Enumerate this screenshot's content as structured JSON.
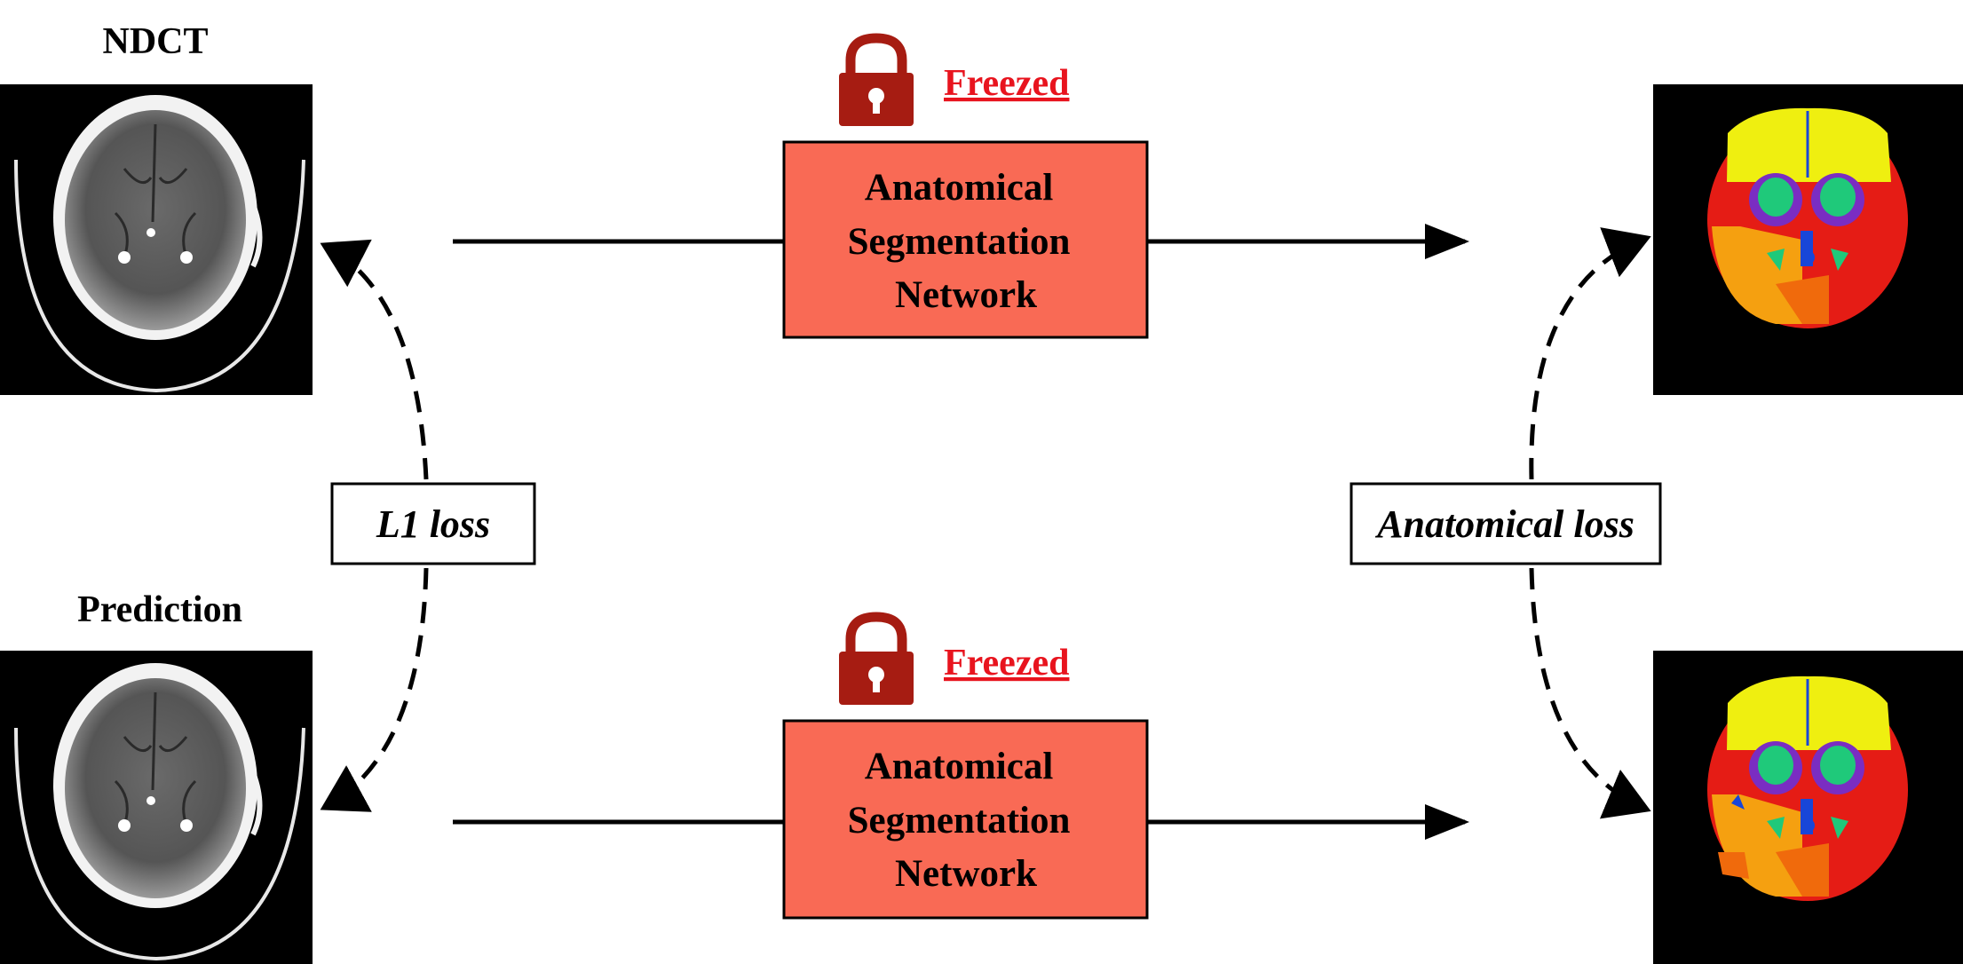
{
  "colors": {
    "network_fill": "#f96a55",
    "lock": "#a61c12",
    "freeze_text": "#e8141e",
    "seg_yellow": "#efef10",
    "seg_red": "#e51c15",
    "seg_orange": "#f5a010",
    "seg_dark_orange": "#f06a0c",
    "seg_green": "#1fc97a",
    "seg_purple": "#7a2dc2",
    "seg_blue": "#1846d8"
  },
  "inputs": {
    "top_label": "NDCT",
    "bottom_label": "Prediction"
  },
  "networks": [
    {
      "title_line1": "Anatomical",
      "title_line2": "Segmentation",
      "title_line3": "Network",
      "status": "Freezed",
      "status_icon": "lock-icon"
    },
    {
      "title_line1": "Anatomical",
      "title_line2": "Segmentation",
      "title_line3": "Network",
      "status": "Freezed",
      "status_icon": "lock-icon"
    }
  ],
  "losses": {
    "left": "L1 loss",
    "right": "Anatomical loss"
  }
}
